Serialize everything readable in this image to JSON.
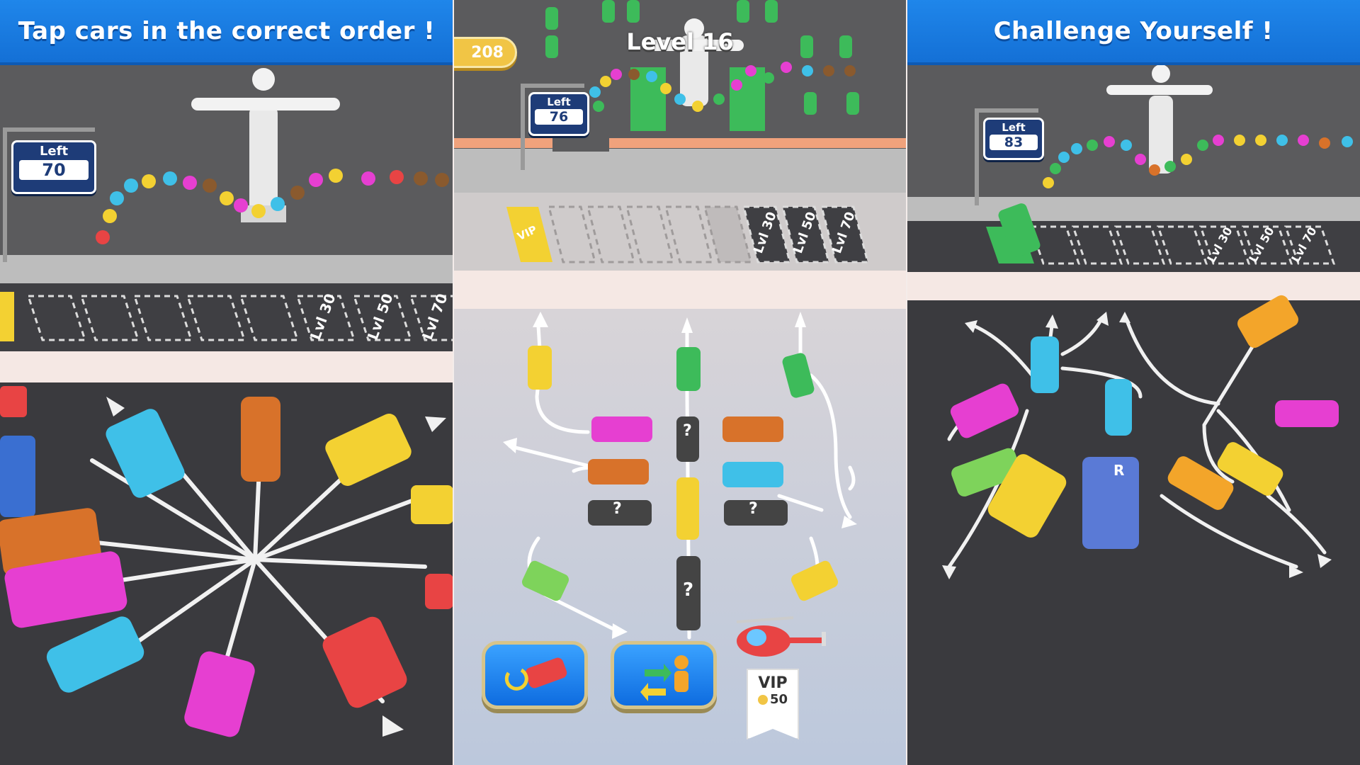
{
  "panels": [
    {
      "banner": "Tap cars in the correct order !",
      "sign": {
        "label": "Left",
        "count": "70"
      },
      "slot_labels": [
        "Lvl 30",
        "Lvl 50",
        "Lvl 70"
      ]
    },
    {
      "coins": "208",
      "level_title": "Level 16",
      "sign": {
        "label": "Left",
        "count": "76"
      },
      "slot_labels": [
        "VIP",
        "Lvl 30",
        "Lvl 50",
        "Lvl 70"
      ],
      "mystery_mark": "?",
      "buttons": [
        {
          "name": "shuffle-cars-button",
          "icon": "shuffle-cars-icon"
        },
        {
          "name": "swap-passengers-button",
          "icon": "swap-passengers-icon"
        }
      ],
      "vip_offer": {
        "label": "VIP",
        "cost": "50",
        "icon": "helicopter-icon"
      }
    },
    {
      "banner": "Challenge Yourself !",
      "sign": {
        "label": "Left",
        "count": "83"
      },
      "slot_labels": [
        "Lvl 30",
        "Lvl 50",
        "Lvl 70"
      ],
      "parking_mark": "R"
    }
  ],
  "colors": {
    "banner": "#1f86ea",
    "road": "#3f3f43",
    "accent_yellow": "#f3d132"
  }
}
